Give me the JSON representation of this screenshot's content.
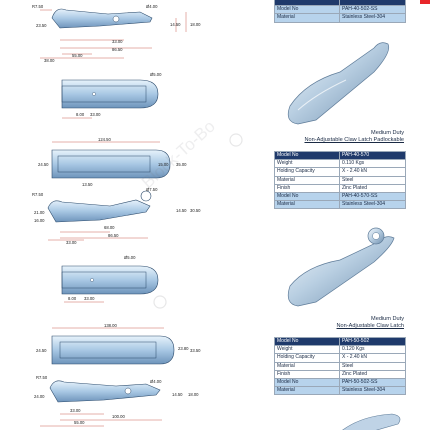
{
  "colors": {
    "header_bg": "#1f3a6b",
    "highlight_bg": "#b7d3ec",
    "accent_red": "#e8262a",
    "dim_red": "#c0392b"
  },
  "top_table": {
    "rows": [
      {
        "label": "",
        "value": "",
        "style": "hdr"
      },
      {
        "label": "Model No",
        "value": "PAH-40-502-SS",
        "style": "hl"
      },
      {
        "label": "Material",
        "value": "Stainless Steel-304",
        "style": "hl"
      }
    ]
  },
  "product_1": {
    "title": "Medium Duty",
    "subtitle": "Non-Adjustable Claw Latch Padlockable",
    "rows": [
      {
        "label": "Model No",
        "value": "PAH-40-570",
        "style": "hdr"
      },
      {
        "label": "Weight",
        "value": "0.110 Kgs",
        "style": "plain"
      },
      {
        "label": "Holding Capacity",
        "value": "X - 2.40 kN",
        "style": "plain"
      },
      {
        "label": "Material",
        "value": "Steel",
        "style": "plain"
      },
      {
        "label": "Finish",
        "value": "Zinc Plated",
        "style": "plain"
      },
      {
        "label": "Model No",
        "value": "PAH-40-570-SS",
        "style": "hl"
      },
      {
        "label": "Material",
        "value": "Stainless Steel-304",
        "style": "hl"
      }
    ]
  },
  "product_2": {
    "title": "Medium Duty",
    "subtitle": "Non-Adjustable Claw Latch",
    "rows": [
      {
        "label": "Model No",
        "value": "PAH-50-502",
        "style": "hdr"
      },
      {
        "label": "Weight",
        "value": "0.120 Kgs",
        "style": "plain"
      },
      {
        "label": "Holding Capacity",
        "value": "X - 2.40 kN",
        "style": "plain"
      },
      {
        "label": "Material",
        "value": "Steel",
        "style": "plain"
      },
      {
        "label": "Finish",
        "value": "Zinc Plated",
        "style": "plain"
      },
      {
        "label": "Model No",
        "value": "PAH-50-502-SS",
        "style": "hl"
      },
      {
        "label": "Material",
        "value": "Stainless Steel-304",
        "style": "hl"
      }
    ]
  },
  "watermark": "Block-To-Bo",
  "dims": {
    "d1": {
      "a": "R7.50",
      "b": "Ø4.00",
      "c": "23.50",
      "d": "14.50",
      "e": "18.00",
      "f": "33.00",
      "g": "86.50",
      "h": "38.00",
      "i": "55.00"
    },
    "d2": {
      "a": "Ø5.00",
      "b": "8.00",
      "c": "33.00"
    },
    "d3": {
      "a": "124.50",
      "b": "24.50",
      "c": "15.00",
      "d": "35.00",
      "e": "13.50"
    },
    "d4": {
      "a": "R7.50",
      "b": "Ø7.50",
      "c": "21.00",
      "d": "16.00",
      "e": "33.00",
      "f": "68.00",
      "g": "86.50",
      "h": "14.50",
      "i": "30.50"
    },
    "d5": {
      "a": "Ø5.00",
      "b": "8.00",
      "c": "33.00"
    },
    "d6": {
      "a": "138.00",
      "b": "24.50",
      "c": "23.80",
      "d": "33.50"
    },
    "d7": {
      "a": "R7.50",
      "b": "Ø4.00",
      "c": "24.00",
      "d": "14.50",
      "e": "18.00",
      "f": "33.00",
      "g": "100.00",
      "h": "55.00"
    }
  }
}
